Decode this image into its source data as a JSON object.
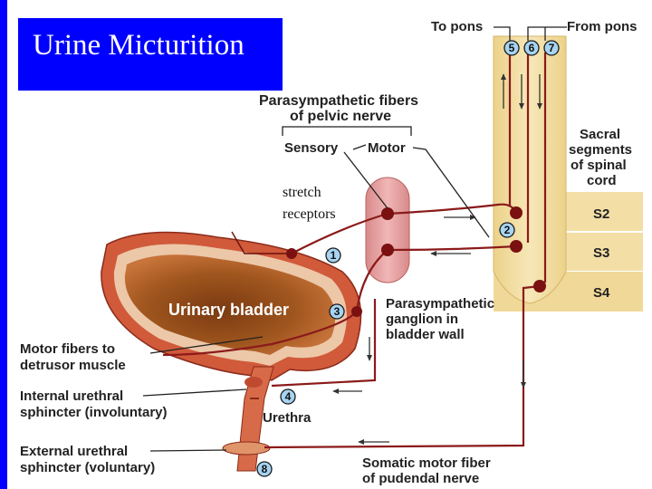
{
  "title": "Urine Micturition",
  "labels": {
    "to_pons": "To pons",
    "from_pons": "From pons",
    "parasympathetic_fibers": [
      "Parasympathetic fibers",
      "of pelvic nerve"
    ],
    "sensory": "Sensory",
    "motor": "Motor",
    "sacral_segments": [
      "Sacral",
      "segments",
      "of spinal",
      "cord"
    ],
    "s2": "S2",
    "s3": "S3",
    "s4": "S4",
    "stretch_receptors": [
      "stretch",
      "receptors"
    ],
    "urinary_bladder": "Urinary bladder",
    "parasympathetic_ganglion": [
      "Parasympathetic",
      "ganglion in",
      "bladder wall"
    ],
    "motor_fibers_detrusor": [
      "Motor fibers to",
      "detrusor muscle"
    ],
    "internal_sphincter": [
      "Internal urethral",
      "sphincter (involuntary)"
    ],
    "urethra": "Urethra",
    "external_sphincter": [
      "External urethral",
      "sphincter (voluntary)"
    ],
    "somatic_motor_fiber": [
      "Somatic motor fiber",
      "of pudendal nerve"
    ]
  },
  "markers": [
    "1",
    "2",
    "3",
    "4",
    "5",
    "6",
    "7",
    "8"
  ],
  "colors": {
    "background": "#0000ff",
    "spinal_cord": "#f3dfa6",
    "nerve": "#8b1a1a",
    "bladder": "#c8503a",
    "marker_fill": "#a6d4f2"
  }
}
